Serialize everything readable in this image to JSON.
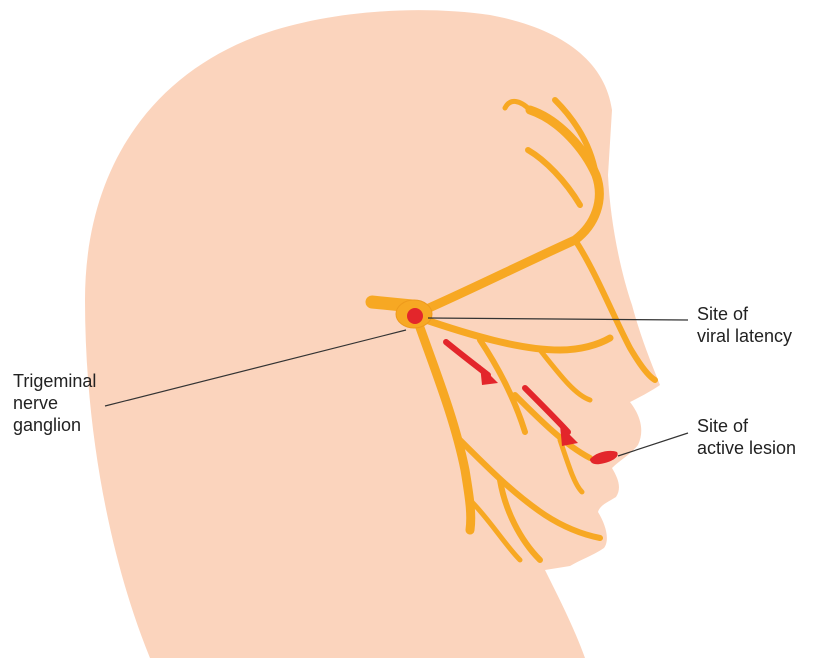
{
  "colors": {
    "skin": "#fbd4bd",
    "nerve": "#f7a823",
    "nerve_outline": "#ee9a1c",
    "virus_red": "#e3262b",
    "leader_line": "#333333",
    "background": "#ffffff"
  },
  "labels": {
    "ganglion": [
      "Trigeminal",
      "nerve",
      "ganglion"
    ],
    "latency": [
      "Site of",
      "viral latency"
    ],
    "lesion": [
      "Site of",
      "active lesion"
    ]
  }
}
